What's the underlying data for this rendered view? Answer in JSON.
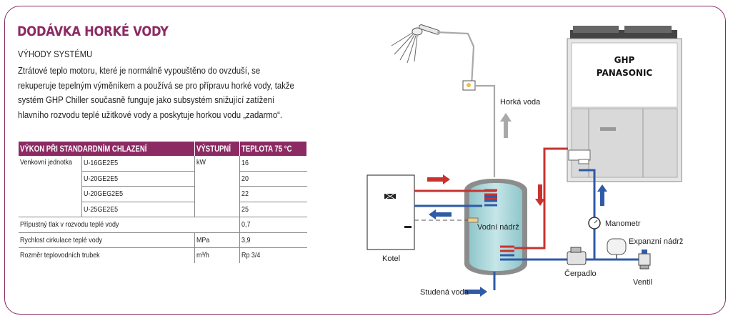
{
  "title": "DODÁVKA HORKÉ VODY",
  "subtitle": "VÝHODY SYSTÉMU",
  "paragraph_lines": [
    "Ztrátové teplo motoru, které je normálně vypouštěno do ovzduší, se",
    "rekuperuje tepelným výměníkem a používá se pro přípravu horké vody, takže",
    "systém GHP Chiller současně funguje jako subsystém snižující zatížení",
    "hlavního rozvodu teplé užitkové vody a poskytuje horkou vodu „zadarmo“."
  ],
  "table": {
    "headers": [
      "VÝKON PŘI STANDARDNÍM CHLAZENÍ",
      "VÝSTUPNÍ",
      "TEPLOTA 75 °C"
    ],
    "outdoor_unit_label": "Venkovní jednotka",
    "unit_kw": "kW",
    "models": [
      {
        "model": "U-16GE2E5",
        "value": "16"
      },
      {
        "model": "U-20GE2E5",
        "value": "20"
      },
      {
        "model": "U-20GEG2E5",
        "value": "22"
      },
      {
        "model": "U-25GE2E5",
        "value": "25"
      }
    ],
    "rows": [
      {
        "label": "Přípustný tlak v rozvodu teplé vody",
        "unit": "",
        "value": "0,7"
      },
      {
        "label": "Rychlost cirkulace teplé vody",
        "unit": "MPa",
        "value": "3,9"
      },
      {
        "label": "Rozměr teplovodních trubek",
        "unit": "m³/h",
        "value": "Rp 3/4"
      }
    ]
  },
  "diagram": {
    "hot_water": "Horká voda",
    "ghp_line1": "GHP",
    "ghp_line2": "PANASONIC",
    "manometer": "Manometr",
    "expansion_tank": "Expanzní nádrž",
    "water_tank": "Vodní nádrž",
    "boiler": "Kotel",
    "pump": "Čerpadlo",
    "valve": "Ventil",
    "cold_water": "Studená voda",
    "colors": {
      "hot": "#c8332f",
      "cold": "#2e5aa8",
      "pipe": "#a9a9a9",
      "tank": "#9fd2d6"
    }
  }
}
